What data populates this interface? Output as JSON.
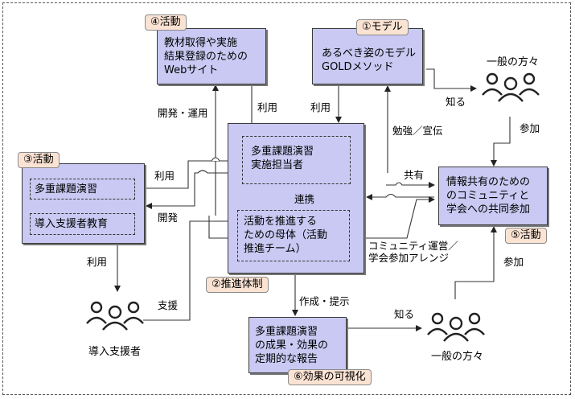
{
  "boxes": {
    "website": "教材取得や実施\n結果登録のための\nWebサイト",
    "model": "あるべき姿のモデル\nGOLDメソッド",
    "exercise": "多重課題演習",
    "support_edu": "導入支援者教育",
    "staff": "多重課題演習\n実施担当者",
    "team": "活動を推進する\nための母体（活動\n推進チーム）",
    "community": "情報共有のための\nのコミュニティと\n学会への共同参加",
    "report": "多重課題演習\nの成果・効果の\n定期的な報告"
  },
  "tags": {
    "act4": "④活動",
    "model": "①モデル",
    "act3": "③活動",
    "system": "②推進体制",
    "act5": "⑤活動",
    "visual": "⑥効果の可視化"
  },
  "people": {
    "public_top": "一般の方々",
    "supporters": "導入支援者",
    "public_bottom": "一般の方々"
  },
  "edges": {
    "dev_ops": "開発・運用",
    "use_top_web": "利用",
    "use_top_model": "利用",
    "study": "勉強／宣伝",
    "know_top": "知る",
    "join_top": "参加",
    "use_left": "利用",
    "dev_left": "開発",
    "share": "共有",
    "link": "連携",
    "comm_ops": "コミュニティ運営／\n学会参加アレンジ",
    "use_down": "利用",
    "support": "支援",
    "create": "作成・提示",
    "know_bottom": "知る",
    "join_bottom": "参加"
  }
}
